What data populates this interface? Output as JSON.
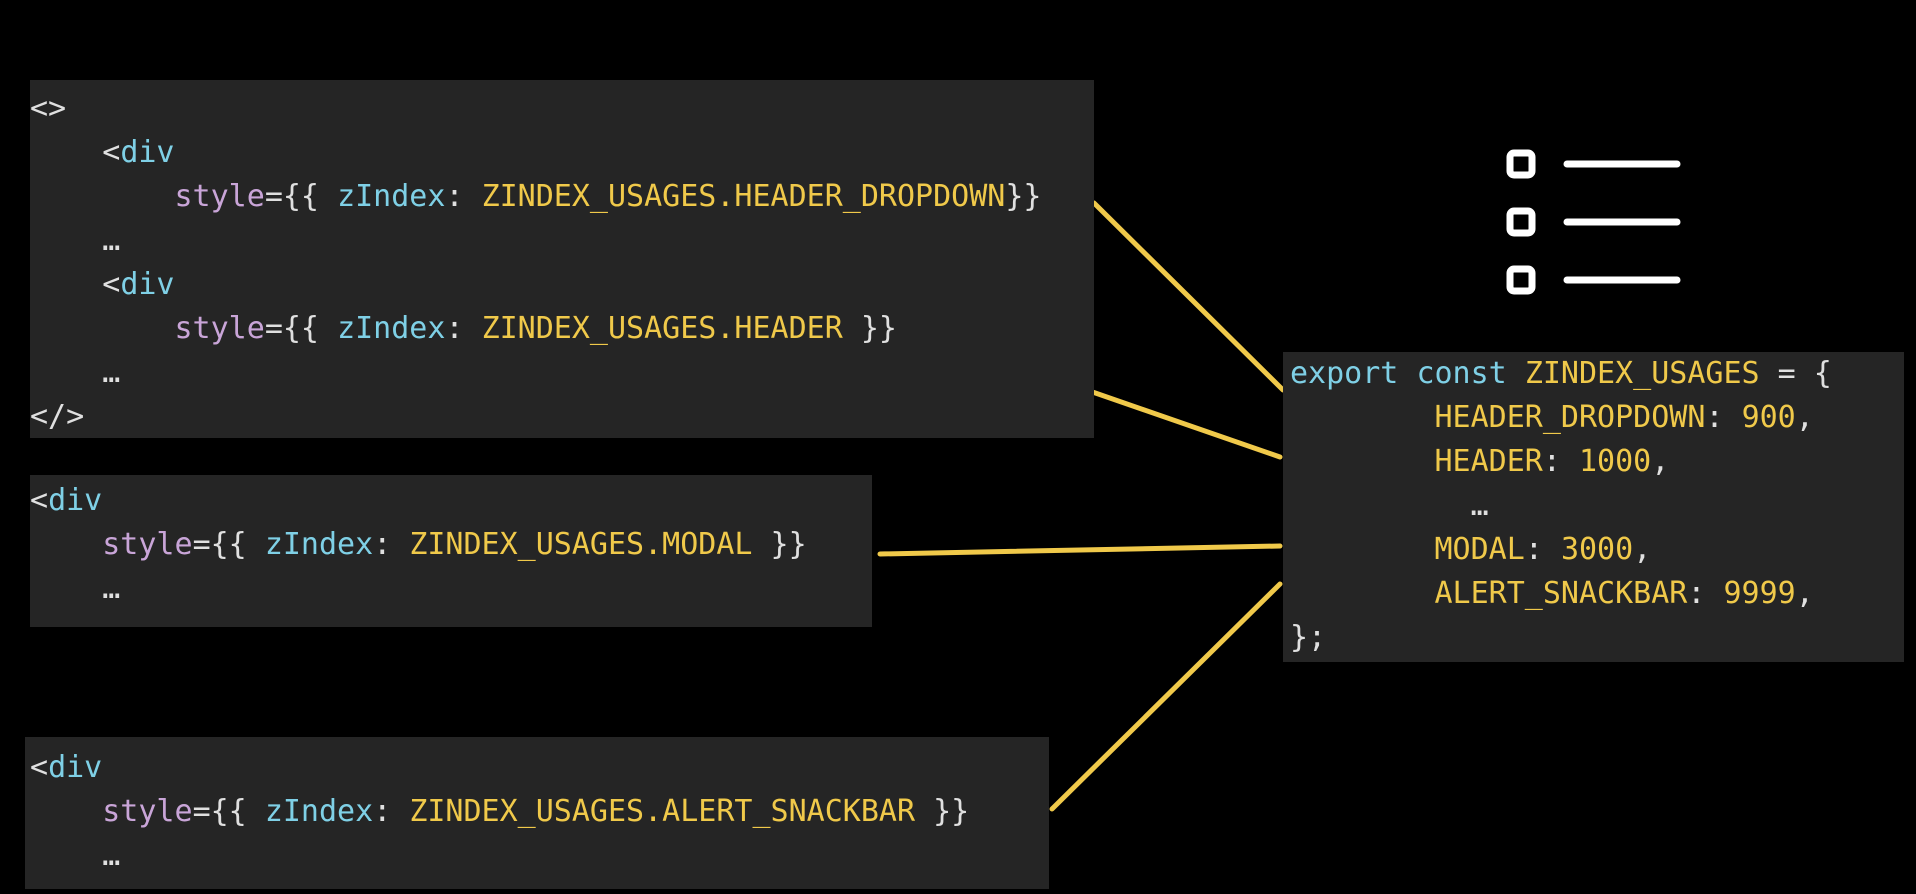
{
  "colors": {
    "background": "#000000",
    "panel": "#252525",
    "tag": "#7fd0e6",
    "attribute": "#c9a5d8",
    "constant": "#f0c94a",
    "connector": "#f0c94a",
    "plain": "#e0e0e0"
  },
  "block1": {
    "open_fragment": "<>",
    "div1_open": "<",
    "div1_tag": "div",
    "div1_attr": "style",
    "div1_eq": "={{ ",
    "div1_prop": "zIndex",
    "div1_colon": ": ",
    "div1_value": "ZINDEX_USAGES.HEADER_DROPDOWN",
    "div1_close": "}}",
    "ellipsis1": "…",
    "div2_open": "<",
    "div2_tag": "div",
    "div2_attr": "style",
    "div2_eq": "={{ ",
    "div2_prop": "zIndex",
    "div2_colon": ": ",
    "div2_value": "ZINDEX_USAGES.HEADER",
    "div2_close": " }}",
    "ellipsis2": "…",
    "close_fragment": "</>"
  },
  "block2": {
    "div_open": "<",
    "div_tag": "div",
    "attr": "style",
    "eq": "={{ ",
    "prop": "zIndex",
    "colon": ": ",
    "value": "ZINDEX_USAGES.MODAL",
    "close": " }}",
    "ellipsis": "…"
  },
  "block3": {
    "div_open": "<",
    "div_tag": "div",
    "attr": "style",
    "eq": "={{ ",
    "prop": "zIndex",
    "colon": ": ",
    "value": "ZINDEX_USAGES.ALERT_SNACKBAR",
    "close": " }}",
    "ellipsis": "…"
  },
  "definition": {
    "export_kw": "export",
    "const_kw": "const",
    "name": "ZINDEX_USAGES",
    "assign": " = {",
    "entries": [
      {
        "key": "HEADER_DROPDOWN",
        "value": "900"
      },
      {
        "key": "HEADER",
        "value": "1000"
      },
      {
        "key": "MODAL",
        "value": "3000"
      },
      {
        "key": "ALERT_SNACKBAR",
        "value": "9999"
      }
    ],
    "ellipsis": "…",
    "close": "};"
  },
  "icon": "checklist-icon"
}
